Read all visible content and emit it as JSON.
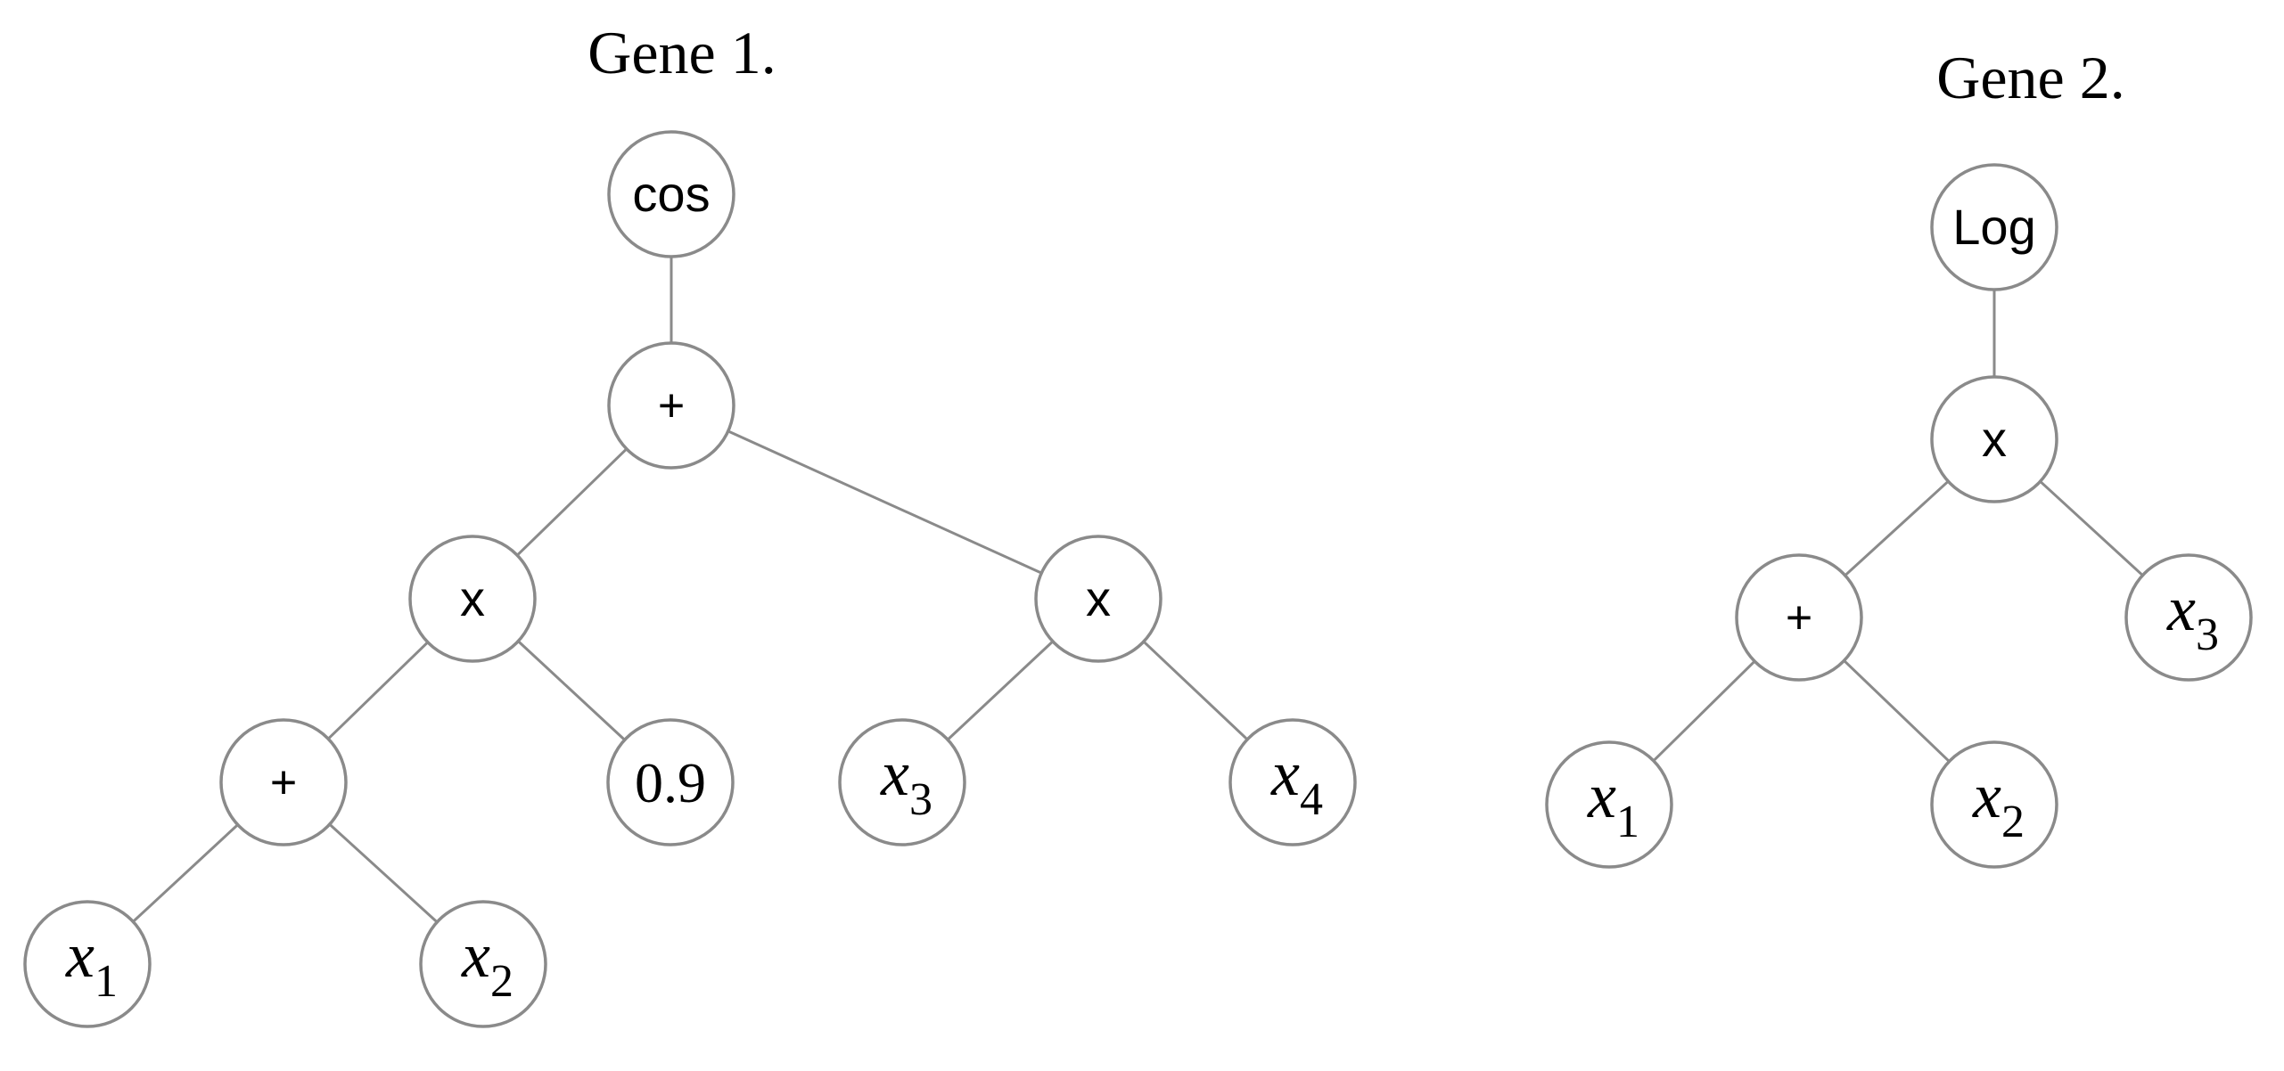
{
  "genes": [
    {
      "title": "Gene 1.",
      "nodes": [
        {
          "id": "g1-cos",
          "label": "cos",
          "kind": "op"
        },
        {
          "id": "g1-plus-top",
          "label": "+",
          "kind": "op"
        },
        {
          "id": "g1-mul-left",
          "label": "x",
          "kind": "op"
        },
        {
          "id": "g1-mul-right",
          "label": "x",
          "kind": "op"
        },
        {
          "id": "g1-plus-low",
          "label": "+",
          "kind": "op"
        },
        {
          "id": "g1-const",
          "label": "0.9",
          "kind": "num"
        },
        {
          "id": "g1-x3",
          "label": "x",
          "sub": "3",
          "kind": "var"
        },
        {
          "id": "g1-x4",
          "label": "x",
          "sub": "4",
          "kind": "var"
        },
        {
          "id": "g1-x1",
          "label": "x",
          "sub": "1",
          "kind": "var"
        },
        {
          "id": "g1-x2",
          "label": "x",
          "sub": "2",
          "kind": "var"
        }
      ],
      "edges": [
        [
          "g1-cos",
          "g1-plus-top"
        ],
        [
          "g1-plus-top",
          "g1-mul-left"
        ],
        [
          "g1-plus-top",
          "g1-mul-right"
        ],
        [
          "g1-mul-left",
          "g1-plus-low"
        ],
        [
          "g1-mul-left",
          "g1-const"
        ],
        [
          "g1-mul-right",
          "g1-x3"
        ],
        [
          "g1-mul-right",
          "g1-x4"
        ],
        [
          "g1-plus-low",
          "g1-x1"
        ],
        [
          "g1-plus-low",
          "g1-x2"
        ]
      ]
    },
    {
      "title": "Gene 2.",
      "nodes": [
        {
          "id": "g2-log",
          "label": "Log",
          "kind": "op"
        },
        {
          "id": "g2-mul",
          "label": "x",
          "kind": "op"
        },
        {
          "id": "g2-plus",
          "label": "+",
          "kind": "op"
        },
        {
          "id": "g2-x3",
          "label": "x",
          "sub": "3",
          "kind": "var"
        },
        {
          "id": "g2-x1",
          "label": "x",
          "sub": "1",
          "kind": "var"
        },
        {
          "id": "g2-x2",
          "label": "x",
          "sub": "2",
          "kind": "var"
        }
      ],
      "edges": [
        [
          "g2-log",
          "g2-mul"
        ],
        [
          "g2-mul",
          "g2-plus"
        ],
        [
          "g2-mul",
          "g2-x3"
        ],
        [
          "g2-plus",
          "g2-x1"
        ],
        [
          "g2-plus",
          "g2-x2"
        ]
      ]
    }
  ]
}
